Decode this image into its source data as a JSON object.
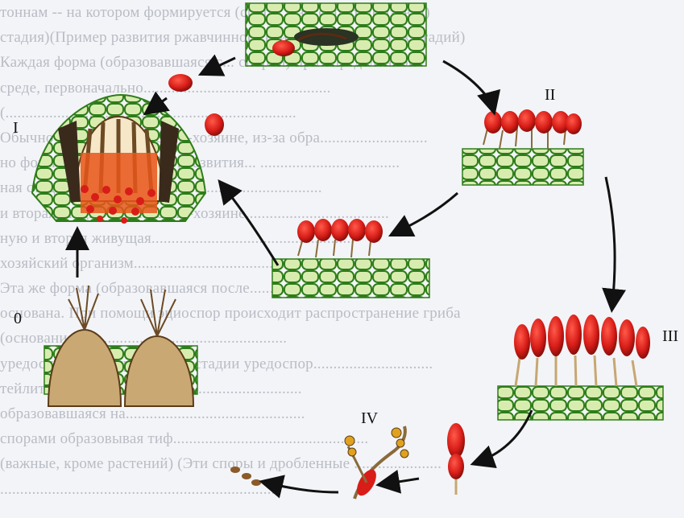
{
  "background_text": [
    "тоннам -- на котором формируется (споры и зигоспоры/фазовая)",
    "стадия)(Пример развития ржавчинного гриба состоит из трёх стадий)",
    "Каждая форма (образовавшаяся с... спорой) при определённой",
    "среде, первоначально...............................................",
    "(.........................................................................",
    "Обычно стадии на растении-хозяине, из-за обра...........................",
    "но формирования подобно, развития... ...................................",
    "ная стадия, эта для ............ ...................................",
    "и вторая стадия на растении-хозяине....................................",
    "ную и вторая живущая...................................................",
    "хозяйский организм................................................",
    "Эта же форма (образовавшаяся после.......................................",
    "основана. При помощи эциоспор происходит распространение гриба",
    "(основание) ...................................................",
    "уредоспоры. В Кыргызстане стадии уредоспор..............................",
    "тейлитоспоры....................................................",
    "образовавшаяся на.............................................",
    "спорами образовывая тиф.................................................",
    "(важные, кроме растений) (Эти споры и дробленные ......................",
    "....................................................................."
  ],
  "stage_labels": {
    "I": "I",
    "II": "II",
    "III": "III",
    "IV": "IV",
    "zero": "0"
  },
  "colors": {
    "cell_fill": "#d9ecb0",
    "cell_stroke": "#2e7d1a",
    "spore_red": "#d81d18",
    "spore_dark": "#7a0c08",
    "hypha": "#8a6a3c",
    "arrow": "#111111",
    "orange_spore": "#e8561a"
  }
}
